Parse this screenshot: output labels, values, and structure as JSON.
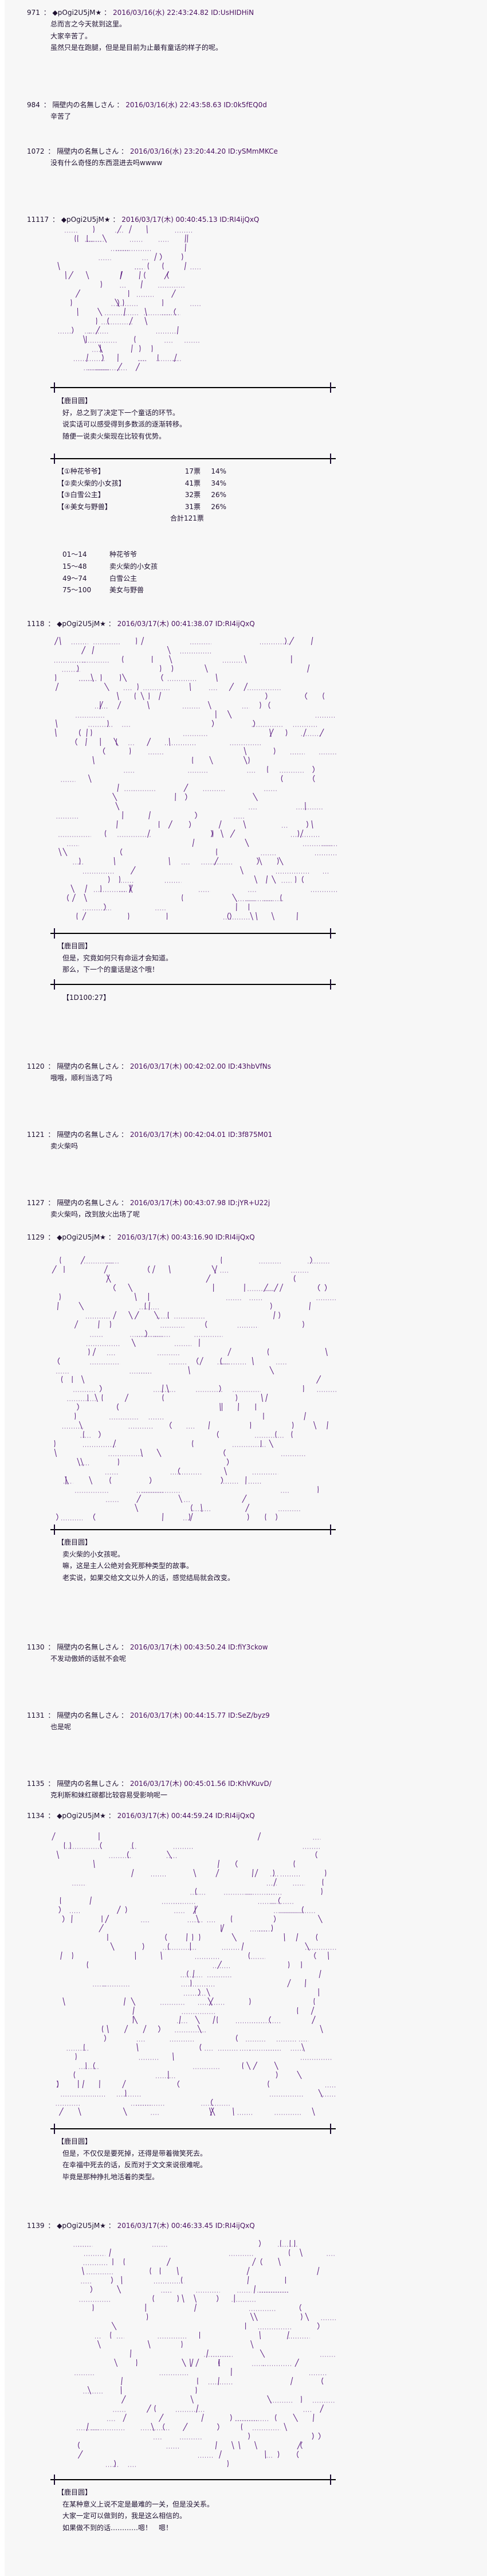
{
  "posts": [
    {
      "num": "971",
      "name": "◆pOgi2U5jM★",
      "date": "2016/03/16(水) 22:43:24.82",
      "id": "ID:UsHIDHiN",
      "lines": [
        "总而言之今天就到这里。",
        "大家辛苦了。",
        "虽然只是在跑腿，但是是目前为止最有童话的样子的呢。"
      ]
    },
    {
      "num": "984",
      "name": "隔壁内の名無しさん",
      "date": "2016/03/16(水) 22:43:58.63",
      "id": "ID:0k5fEQ0d",
      "lines": [
        "辛苦了"
      ]
    },
    {
      "num": "1072",
      "name": "隔壁内の名無しさん",
      "date": "2016/03/16(水) 23:20:44.20",
      "id": "ID:ySMmMKCe",
      "lines": [
        "没有什么奇怪的东西混进去吗wwww"
      ]
    },
    {
      "num": "11117",
      "name": "◆pOgi2U5jM★",
      "date": "2016/03/17(木) 00:40:45.13",
      "id": "ID:RI4ijQxQ",
      "speaker": "【鹿目圆】",
      "lines": [
        "好，总之到了决定下一个童话的环节。",
        "说实话可以感受得到多数派的逐渐转移。",
        "随便一说卖火柴现在比较有优势。"
      ],
      "votes": [
        {
          "label": "【①种花爷爷】",
          "count": "17票",
          "pct": "14%",
          "share": 14
        },
        {
          "label": "【②卖火柴的小女孩】",
          "count": "41票",
          "pct": "34%",
          "share": 34
        },
        {
          "label": "【③白雪公主】",
          "count": "32票",
          "pct": "26%",
          "share": 26
        },
        {
          "label": "【④美女与野兽】",
          "count": "31票",
          "pct": "26%",
          "share": 26
        }
      ],
      "total": "合計121票",
      "ranges": [
        {
          "range": "01～14",
          "story": "种花爷爷"
        },
        {
          "range": "15～48",
          "story": "卖火柴的小女孩"
        },
        {
          "range": "49～74",
          "story": "白雪公主"
        },
        {
          "range": "75～100",
          "story": "美女与野兽"
        }
      ]
    },
    {
      "num": "1118",
      "name": "◆pOgi2U5jM★",
      "date": "2016/03/17(木) 00:41:38.07",
      "id": "ID:RI4ijQxQ",
      "speaker": "【鹿目圆】",
      "lines": [
        "但是，究竟如何只有命运才会知道。",
        "那么，下一个的童话是这个哦！"
      ],
      "dice": "【1D100:27】"
    },
    {
      "num": "1120",
      "name": "隔壁内の名無しさん",
      "date": "2016/03/17(木) 00:42:02.00",
      "id": "ID:43hbVfNs",
      "lines": [
        "哦哦，顺利当选了吗"
      ]
    },
    {
      "num": "1121",
      "name": "隔壁内の名無しさん",
      "date": "2016/03/17(木) 00:42:04.01",
      "id": "ID:3f875M01",
      "lines": [
        "卖火柴吗"
      ]
    },
    {
      "num": "1127",
      "name": "隔壁内の名無しさん",
      "date": "2016/03/17(木) 00:43:07.98",
      "id": "ID:jYR+U22j",
      "lines": [
        "卖火柴吗，改到放火出场了呢"
      ]
    },
    {
      "num": "1129",
      "name": "◆pOgi2U5jM★",
      "date": "2016/03/17(木) 00:43:16.90",
      "id": "ID:RI4ijQxQ",
      "speaker": "【鹿目圆】",
      "lines": [
        "卖火柴的小女孩呢。",
        "嘛，这是主人公绝对会死那种类型的故事。",
        "老实说，如果交给文文以外人的话，感觉结局就会改变。"
      ]
    },
    {
      "num": "1130",
      "name": "隔壁内の名無しさん",
      "date": "2016/03/17(木) 00:43:50.24",
      "id": "ID:fiY3ckow",
      "lines": [
        "不发动傲娇的话就不会呢"
      ]
    },
    {
      "num": "1131",
      "name": "隔壁内の名無しさん",
      "date": "2016/03/17(木) 00:44:15.77",
      "id": "ID:SeZ/byz9",
      "lines": [
        "也是呢"
      ]
    },
    {
      "num": "1135",
      "name": "隔壁内の名無しさん",
      "date": "2016/03/17(木) 00:45:01.56",
      "id": "ID:KhVKuvD/",
      "lines": [
        "克利斯和妹红碳都比较容易受影响呢一"
      ]
    },
    {
      "num": "1134",
      "name": "◆pOgi2U5jM★",
      "date": "2016/03/17(木) 00:44:59.24",
      "id": "ID:RI4ijQxQ",
      "speaker": "【鹿目圆】",
      "lines": [
        "但是，不仅仅是要死掉，还得是带着微笑死去。",
        "在幸福中死去的话，反而对于文文来说很难呢。",
        "毕竟是那种挣扎地活着的类型。"
      ]
    },
    {
      "num": "1139",
      "name": "◆pOgi2U5jM★",
      "date": "2016/03/17(木) 00:46:33.45",
      "id": "ID:RI4ijQxQ",
      "speaker": "【鹿目圆】",
      "lines": [
        "在某种意义上说不定是最难的一关，但是没关系。",
        "大家一定可以做到的，我是这么相信的。",
        "如果做不到的话…………嗯！　嗯！"
      ]
    }
  ],
  "colors": {
    "panel": "#f7f7f7",
    "text": "#1e1030",
    "art": "#5a1a80",
    "divider": "#000000"
  }
}
